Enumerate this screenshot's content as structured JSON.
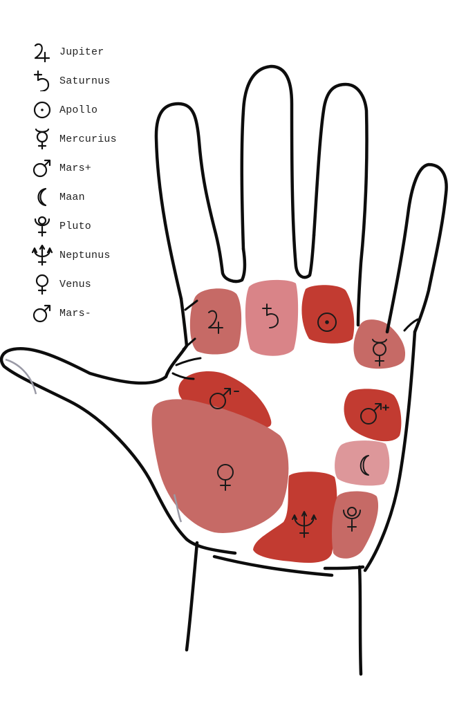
{
  "colors": {
    "dark_red": "#c23b31",
    "medium_red": "#c66a66",
    "light_red": "#d98488",
    "pale_red": "#dd979a",
    "outline": "#0d0d0d"
  },
  "legend": {
    "items": [
      {
        "symbol": "jupiter-icon",
        "label": "Jupiter"
      },
      {
        "symbol": "saturn-icon",
        "label": "Saturnus"
      },
      {
        "symbol": "sun-icon",
        "label": "Apollo"
      },
      {
        "symbol": "mercury-icon",
        "label": "Mercurius"
      },
      {
        "symbol": "mars-icon",
        "label": "Mars+"
      },
      {
        "symbol": "moon-icon",
        "label": "Maan"
      },
      {
        "symbol": "pluto-icon",
        "label": "Pluto"
      },
      {
        "symbol": "neptune-icon",
        "label": "Neptunus"
      },
      {
        "symbol": "venus-icon",
        "label": "Venus"
      },
      {
        "symbol": "mars-icon",
        "label": "Mars-"
      }
    ]
  },
  "mounts": [
    {
      "name": "Jupiter",
      "symbol": "jupiter-icon",
      "color": "#c66a66"
    },
    {
      "name": "Saturnus",
      "symbol": "saturn-icon",
      "color": "#d98488"
    },
    {
      "name": "Apollo",
      "symbol": "sun-icon",
      "color": "#c23b31"
    },
    {
      "name": "Mercurius",
      "symbol": "mercury-icon",
      "color": "#c66a66"
    },
    {
      "name": "Mars-",
      "symbol": "mars-minus-icon",
      "color": "#c23b31"
    },
    {
      "name": "Mars+",
      "symbol": "mars-plus-icon",
      "color": "#c23b31"
    },
    {
      "name": "Maan",
      "symbol": "moon-icon",
      "color": "#dd979a"
    },
    {
      "name": "Venus",
      "symbol": "venus-icon",
      "color": "#c66a66"
    },
    {
      "name": "Neptunus",
      "symbol": "neptune-icon",
      "color": "#c23b31"
    },
    {
      "name": "Pluto",
      "symbol": "pluto-icon",
      "color": "#c66a66"
    }
  ]
}
